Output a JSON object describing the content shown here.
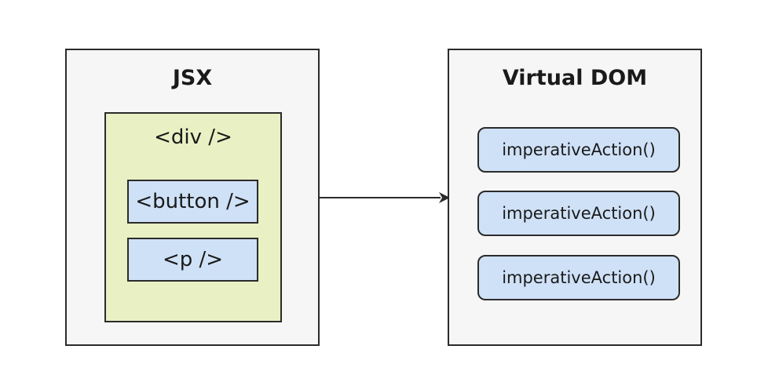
{
  "jsx_panel": {
    "title": "JSX",
    "div_label": "<div />",
    "children": [
      "<button />",
      "<p />"
    ]
  },
  "vdom_panel": {
    "title": "Virtual DOM",
    "actions": [
      "imperativeAction()",
      "imperativeAction()",
      "imperativeAction()"
    ]
  },
  "colors": {
    "panel_bg": "#f6f6f6",
    "div_bg": "#e9f0c3",
    "element_bg": "#cfe1f7",
    "stroke": "#2b2b2b"
  }
}
